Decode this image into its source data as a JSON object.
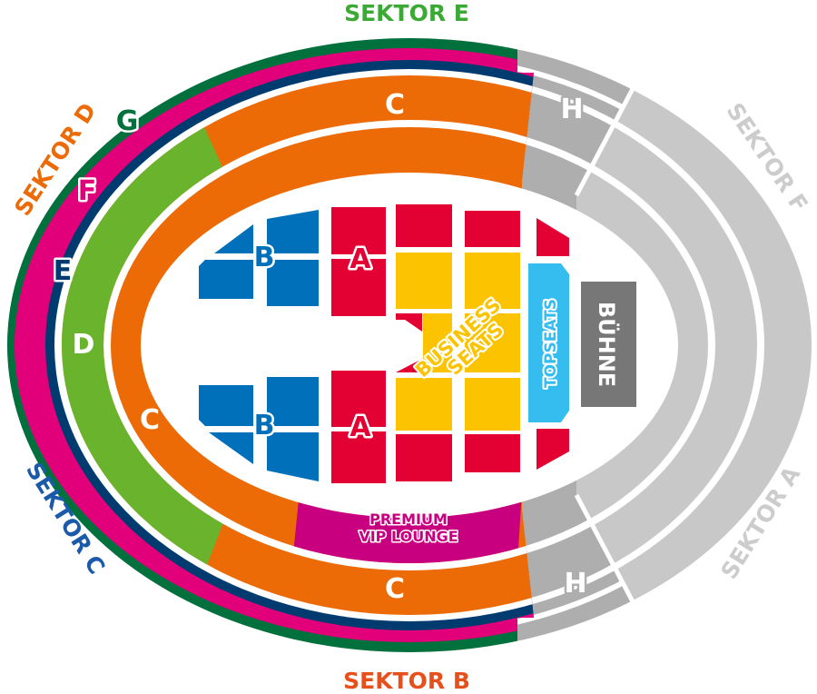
{
  "colors": {
    "ring_g": "#00703c",
    "ring_f": "#e2007a",
    "ring_e": "#003b70",
    "sector_d": "#6ab42d",
    "sector_c": "#ec6b07",
    "vip": "#c8007f",
    "gray_light": "#c8c8c8",
    "gray_dark": "#aeaeae",
    "block_a": "#e30032",
    "block_b": "#0070ba",
    "business": "#fcc300",
    "topseats": "#36bdef",
    "stage": "#777777"
  },
  "sectors": {
    "e": "SEKTOR E",
    "b": "SEKTOR B",
    "d": "SEKTOR D",
    "c": "SEKTOR C",
    "f": "SEKTOR F",
    "a": "SEKTOR A"
  },
  "rings": {
    "g": "G",
    "f": "F",
    "e": "E",
    "d": "D",
    "c": "C",
    "h": "H"
  },
  "blocks": {
    "a": "A",
    "b": "B",
    "business_1": "BUSINESS",
    "business_2": "SEATS",
    "topseats": "TOPSEATS",
    "vip_1": "PREMIUM",
    "vip_2": "VIP LOUNGE",
    "stage": "BÜHNE"
  }
}
